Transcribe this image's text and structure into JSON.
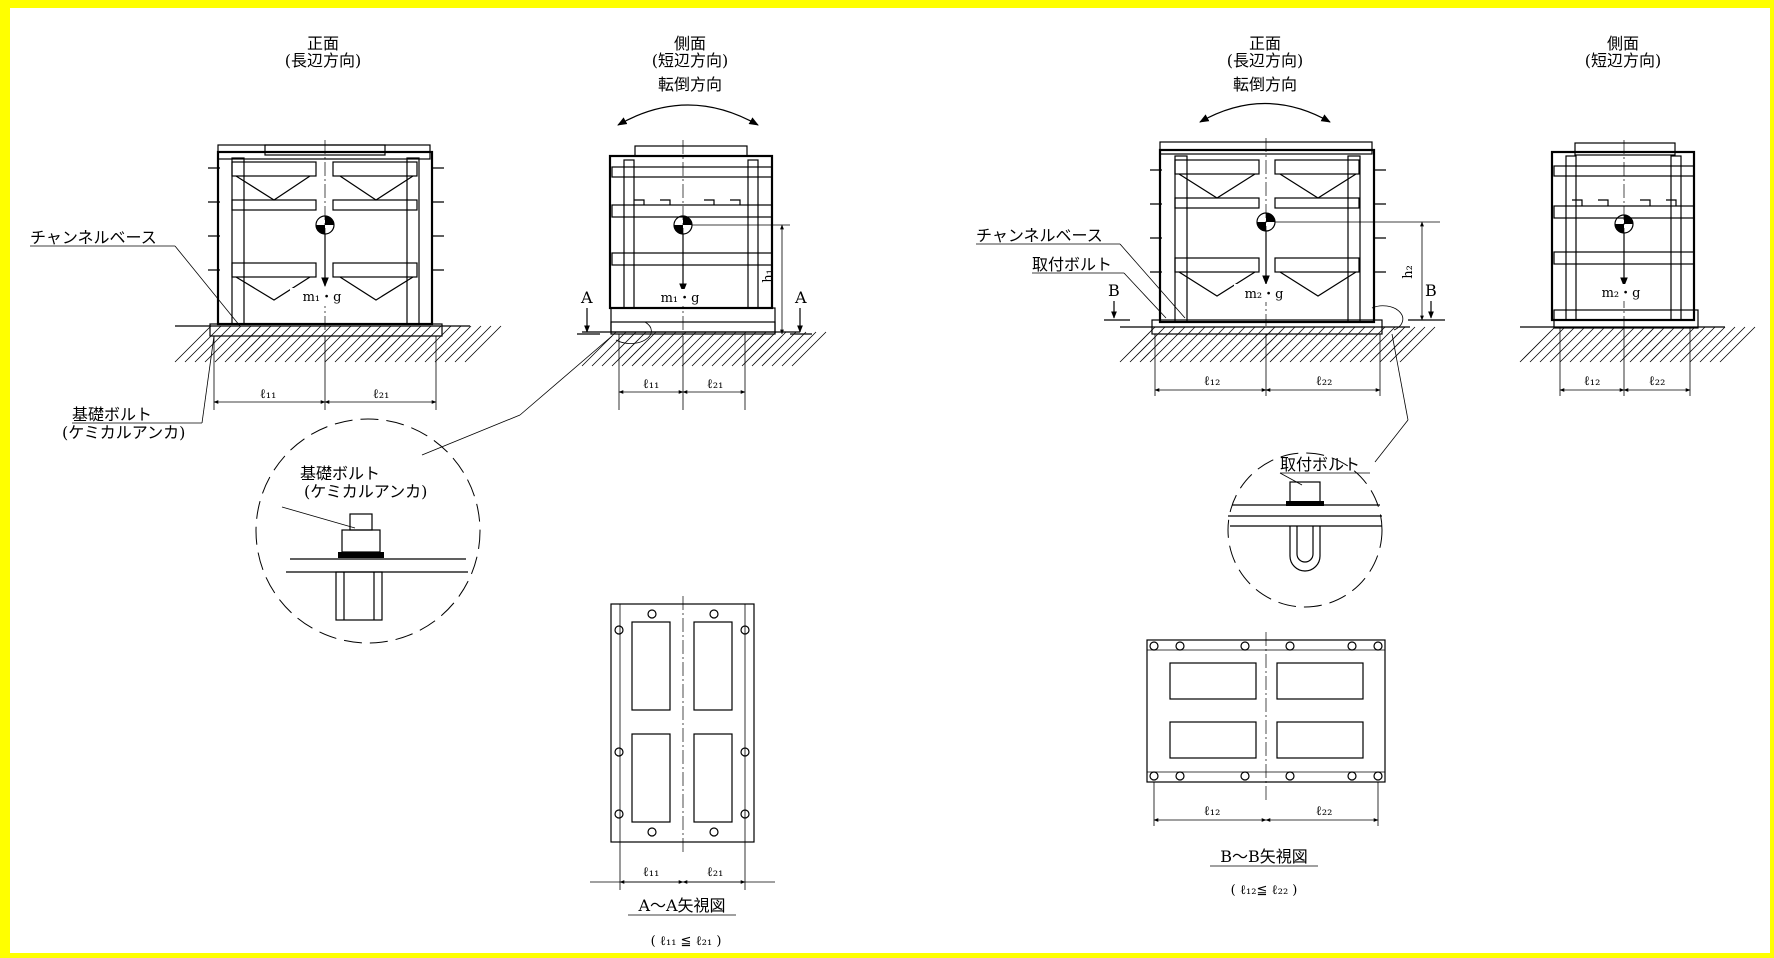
{
  "views": {
    "front": "正面",
    "front_sub": "(長辺方向)",
    "side": "側面",
    "side_sub": "(短辺方向)",
    "overturn": "転倒方向"
  },
  "labels": {
    "channel_base": "チャンネルベース",
    "foundation_bolt": "基礎ボルト",
    "chemical_anchor": "(ケミカルアンカ)",
    "mount_bolt": "取付ボルト",
    "weight1": "m₁・g",
    "weight2": "m₂・g",
    "height1": "h₁",
    "height2": "h₂",
    "mark_a": "A",
    "mark_b": "B"
  },
  "dims": {
    "l11": "ℓ₁₁",
    "l21": "ℓ₂₁",
    "l12": "ℓ₁₂",
    "l22": "ℓ₂₂"
  },
  "arrow_views": {
    "aa_title": "A～A矢視図",
    "aa_note": "( ℓ₁₁ ≦ ℓ₂₁ )",
    "bb_title": "B～B矢視図",
    "bb_note": "( ℓ₁₂≦ ℓ₂₂ )"
  }
}
